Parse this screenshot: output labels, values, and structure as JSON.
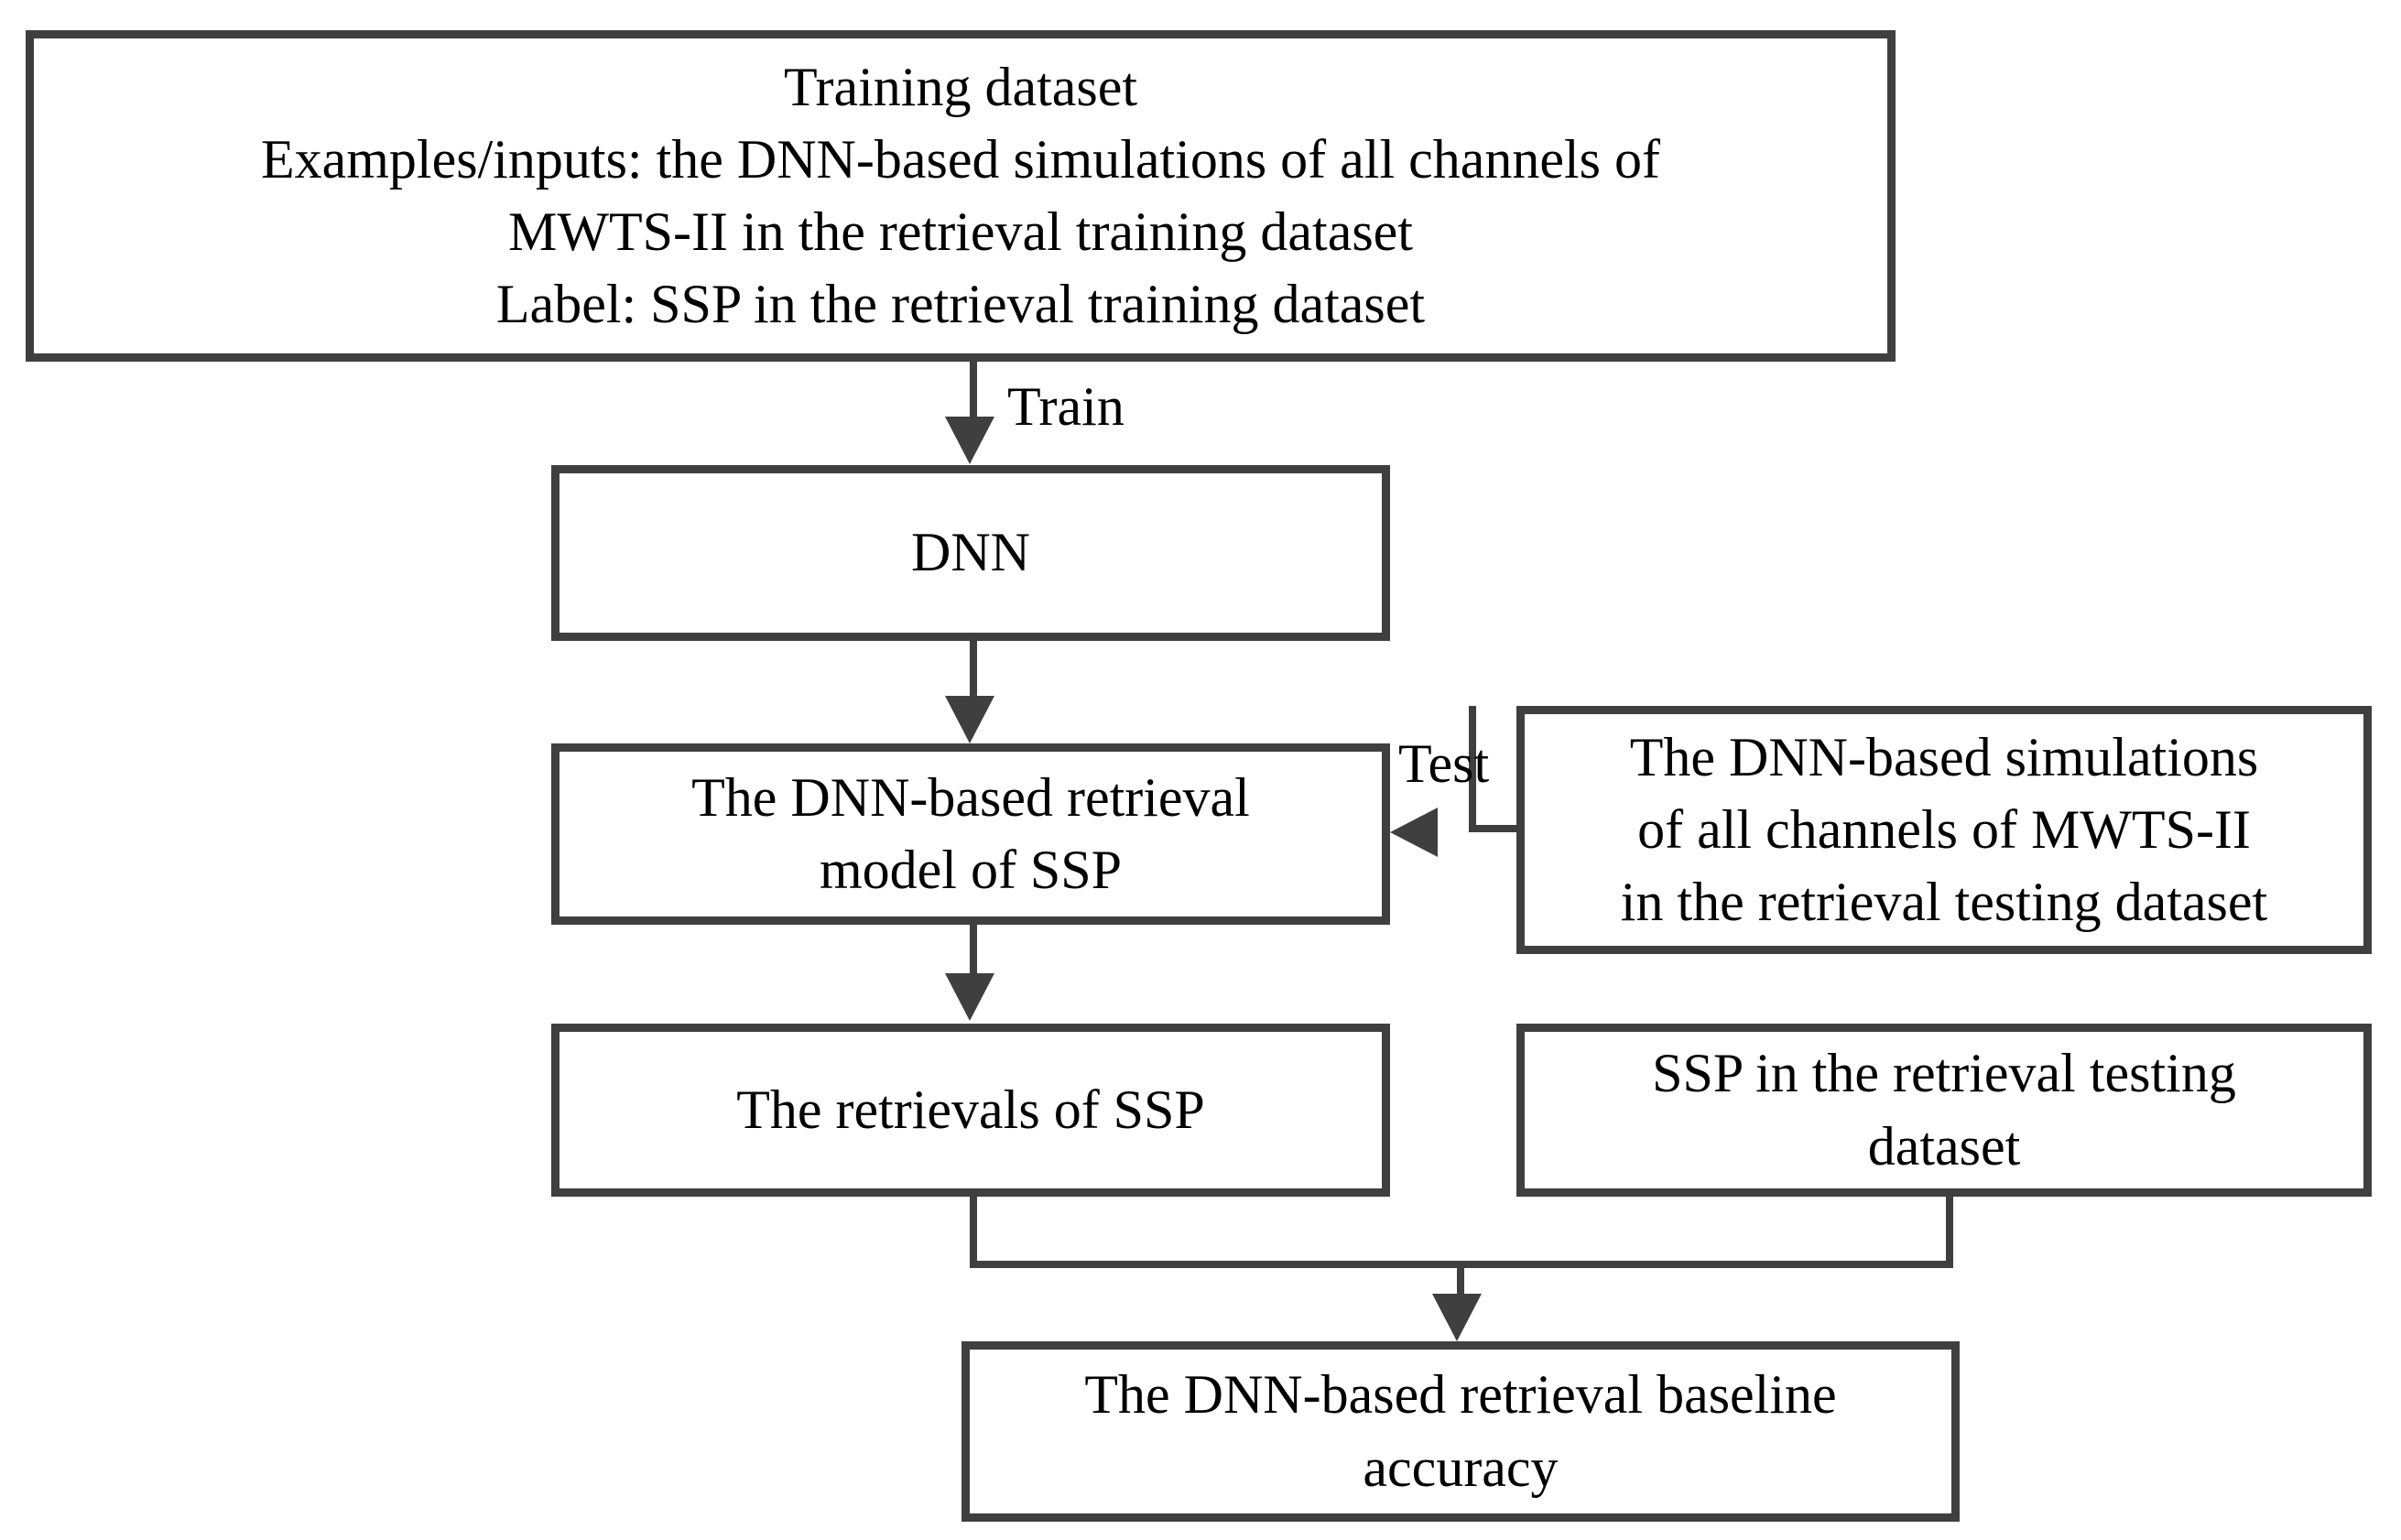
{
  "diagram": {
    "title": "DNN-based retrieval baseline workflow",
    "colors": {
      "box_border": "#3f3f3f",
      "arrow": "#3f3f3f",
      "text": "#000000",
      "background": "#ffffff"
    },
    "nodes": {
      "training_dataset": {
        "id": "training-dataset",
        "text": "Training dataset\nExamples/inputs: the DNN-based simulations of all channels of\nMWTS-II in the retrieval training dataset\nLabel: SSP in the retrieval training dataset"
      },
      "dnn": {
        "id": "dnn",
        "text": "DNN"
      },
      "retrieval_model": {
        "id": "retrieval-model",
        "text": "The DNN-based retrieval\nmodel of SSP"
      },
      "test_input": {
        "id": "test-input",
        "text": "The DNN-based simulations\nof all channels of MWTS-II\nin the retrieval testing dataset"
      },
      "retrievals": {
        "id": "retrievals",
        "text": "The retrievals of SSP"
      },
      "ssp_testing": {
        "id": "ssp-testing",
        "text": "SSP in the retrieval testing\ndataset"
      },
      "baseline_accuracy": {
        "id": "baseline-accuracy",
        "text": "The DNN-based retrieval baseline\naccuracy"
      }
    },
    "edges": {
      "train": {
        "label": "Train",
        "from": "training_dataset",
        "to": "dnn",
        "direction": "down"
      },
      "dnn_to_model": {
        "label": "",
        "from": "dnn",
        "to": "retrieval_model",
        "direction": "down"
      },
      "model_to_retrievals": {
        "label": "",
        "from": "retrieval_model",
        "to": "retrievals",
        "direction": "down"
      },
      "test": {
        "label": "Test",
        "from": "test_input",
        "to": "retrieval_model",
        "direction": "left"
      },
      "merge_to_accuracy": {
        "label": "",
        "from": "retrievals + ssp_testing",
        "to": "baseline_accuracy",
        "direction": "down"
      }
    }
  }
}
